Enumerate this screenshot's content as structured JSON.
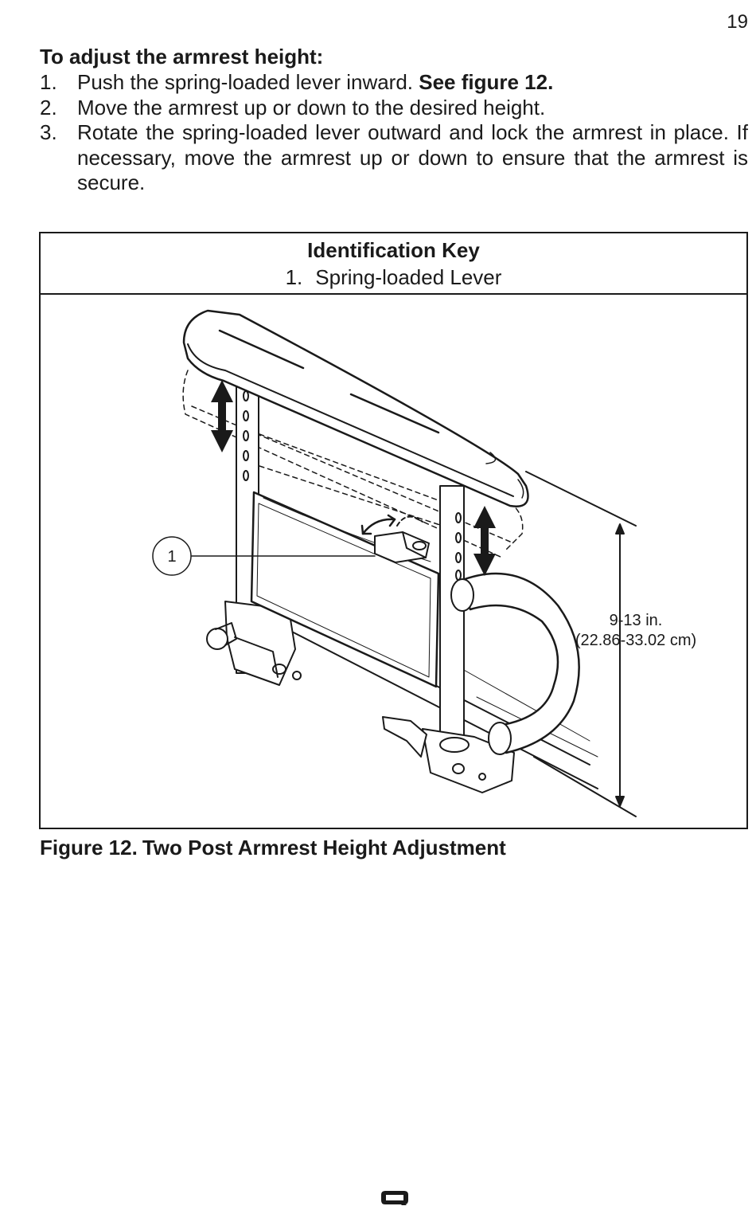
{
  "page": {
    "number": "19"
  },
  "instructions": {
    "heading": "To adjust the armrest height:",
    "steps": [
      {
        "num": "1.",
        "text": "Push the spring-loaded lever inward. ",
        "ref": "See figure 12."
      },
      {
        "num": "2.",
        "text": "Move the armrest up or down to the desired height."
      },
      {
        "num": "3.",
        "text": "Rotate the spring-loaded lever outward and lock the armrest in place. If necessary, move the armrest up or down to ensure that the armrest is secure."
      }
    ]
  },
  "identification_key": {
    "title": "Identification Key",
    "items": [
      {
        "num": "1.",
        "label": "Spring-loaded Lever"
      }
    ]
  },
  "figure": {
    "callout": "1",
    "dimension_in": "9-13 in.",
    "dimension_cm": "(22.86-33.02 cm)",
    "caption_number": "Figure 12.",
    "caption_title": "Two Post Armrest Height Adjustment"
  },
  "icons": {
    "logo": "quickie-q-logo-icon",
    "arrows": "double-arrow-icon"
  }
}
